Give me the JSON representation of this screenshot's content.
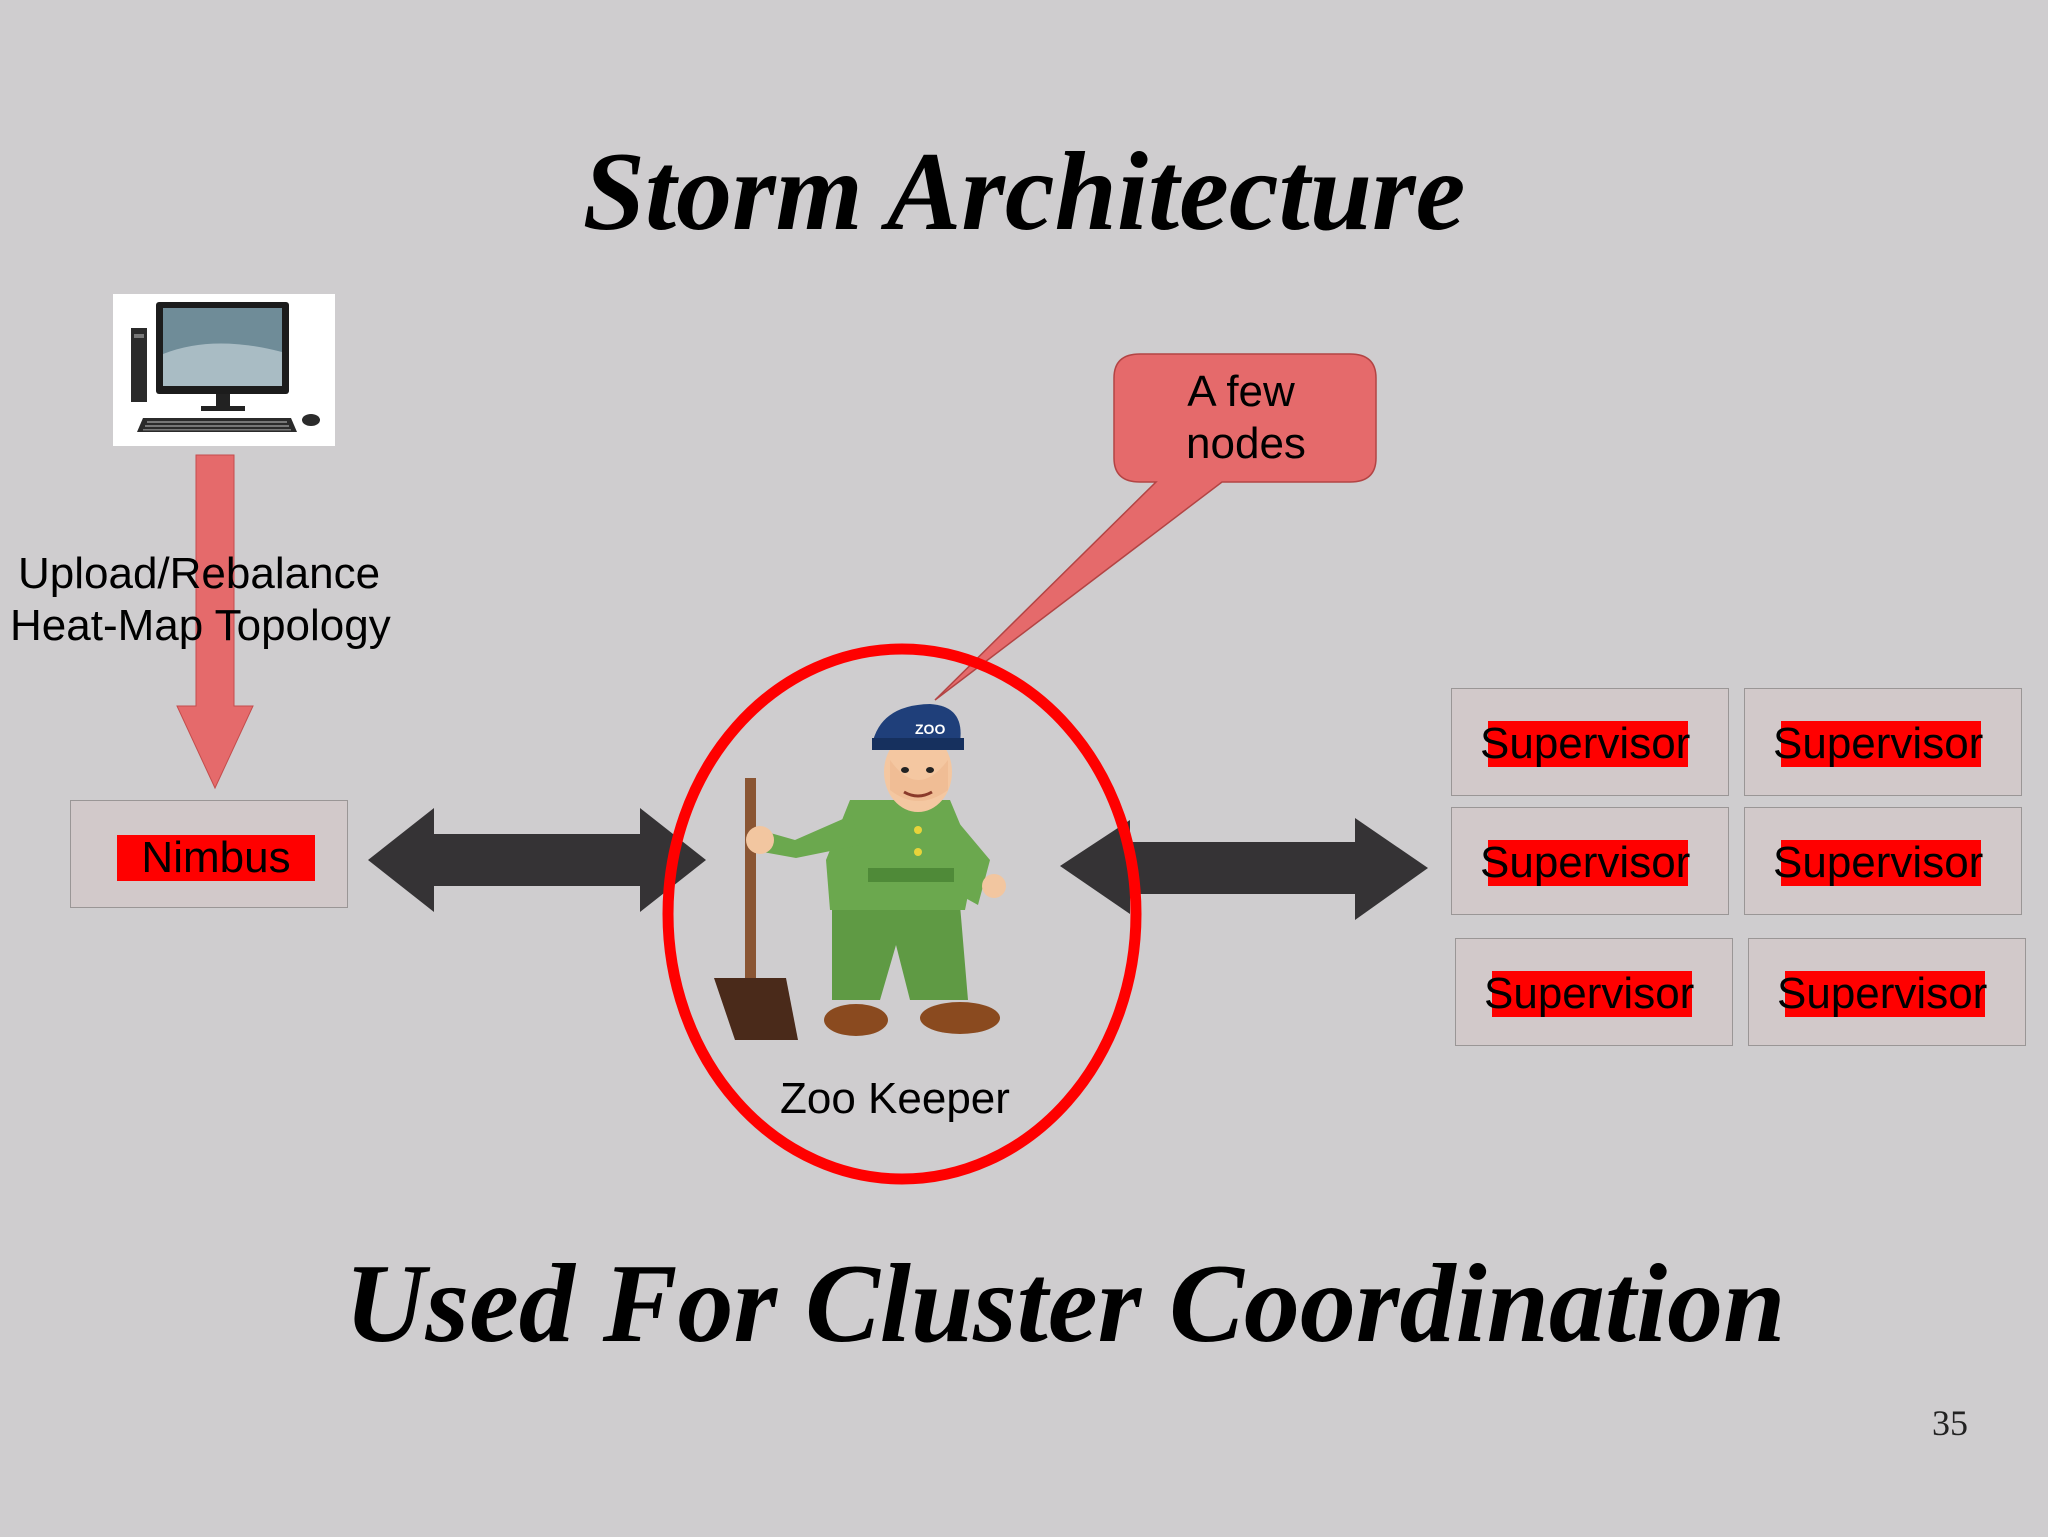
{
  "slide": {
    "title": "Storm Architecture",
    "subtitle": "Used For Cluster Coordination",
    "page_number": "35"
  },
  "client": {
    "icon": "desktop-computer-icon",
    "arrow_label_line1": "Upload/Rebalance",
    "arrow_label_line2": "Heat-Map Topology"
  },
  "nimbus": {
    "label": "Nimbus"
  },
  "zookeeper": {
    "label": "Zoo Keeper",
    "icon": "zookeeper-character-icon",
    "callout_line1": "A few",
    "callout_line2": "nodes"
  },
  "supervisors": [
    {
      "label": "Supervisor"
    },
    {
      "label": "Supervisor"
    },
    {
      "label": "Supervisor"
    },
    {
      "label": "Supervisor"
    },
    {
      "label": "Supervisor"
    },
    {
      "label": "Supervisor"
    }
  ],
  "colors": {
    "background": "#cfcdcf",
    "label_highlight": "#ff0000",
    "arrow_down": "#e56a6b",
    "callout_fill": "#e56a6b",
    "double_arrow": "#353335",
    "zookeeper_ring": "#ff0000"
  }
}
